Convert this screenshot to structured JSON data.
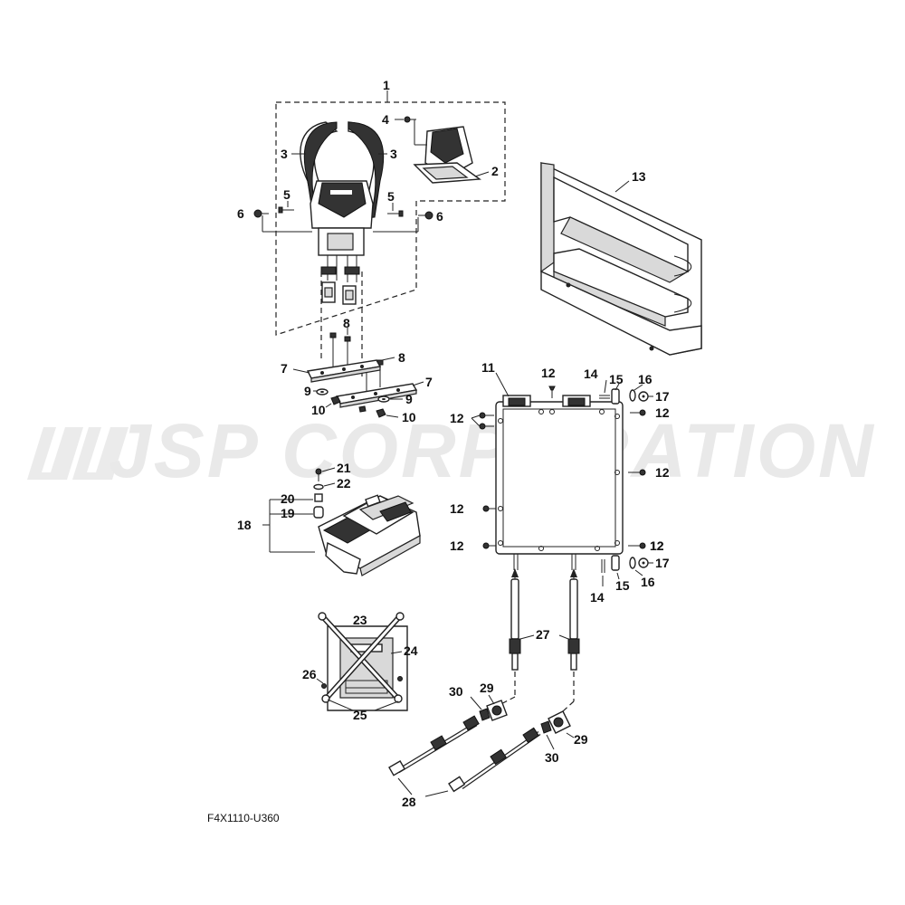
{
  "watermark": "JSP CORPORATION",
  "figure_code": "F4X1110-U360",
  "callouts": {
    "c1": "1",
    "c2": "2",
    "c3a": "3",
    "c3b": "3",
    "c4": "4",
    "c5a": "5",
    "c5b": "5",
    "c6a": "6",
    "c6b": "6",
    "c7a": "7",
    "c7b": "7",
    "c8a": "8",
    "c8b": "8",
    "c9a": "9",
    "c9b": "9",
    "c10a": "10",
    "c10b": "10",
    "c11": "11",
    "c12a": "12",
    "c12b": "12",
    "c12c": "12",
    "c12d": "12",
    "c12e": "12",
    "c12f": "12",
    "c12g": "12",
    "c12h": "12",
    "c13": "13",
    "c14a": "14",
    "c14b": "14",
    "c15a": "15",
    "c15b": "15",
    "c16a": "16",
    "c16b": "16",
    "c17a": "17",
    "c17b": "17",
    "c18": "18",
    "c19": "19",
    "c20": "20",
    "c21": "21",
    "c22": "22",
    "c23": "23",
    "c24": "24",
    "c25": "25",
    "c26": "26",
    "c27": "27",
    "c28": "28",
    "c29a": "29",
    "c29b": "29",
    "c30a": "30",
    "c30b": "30"
  }
}
